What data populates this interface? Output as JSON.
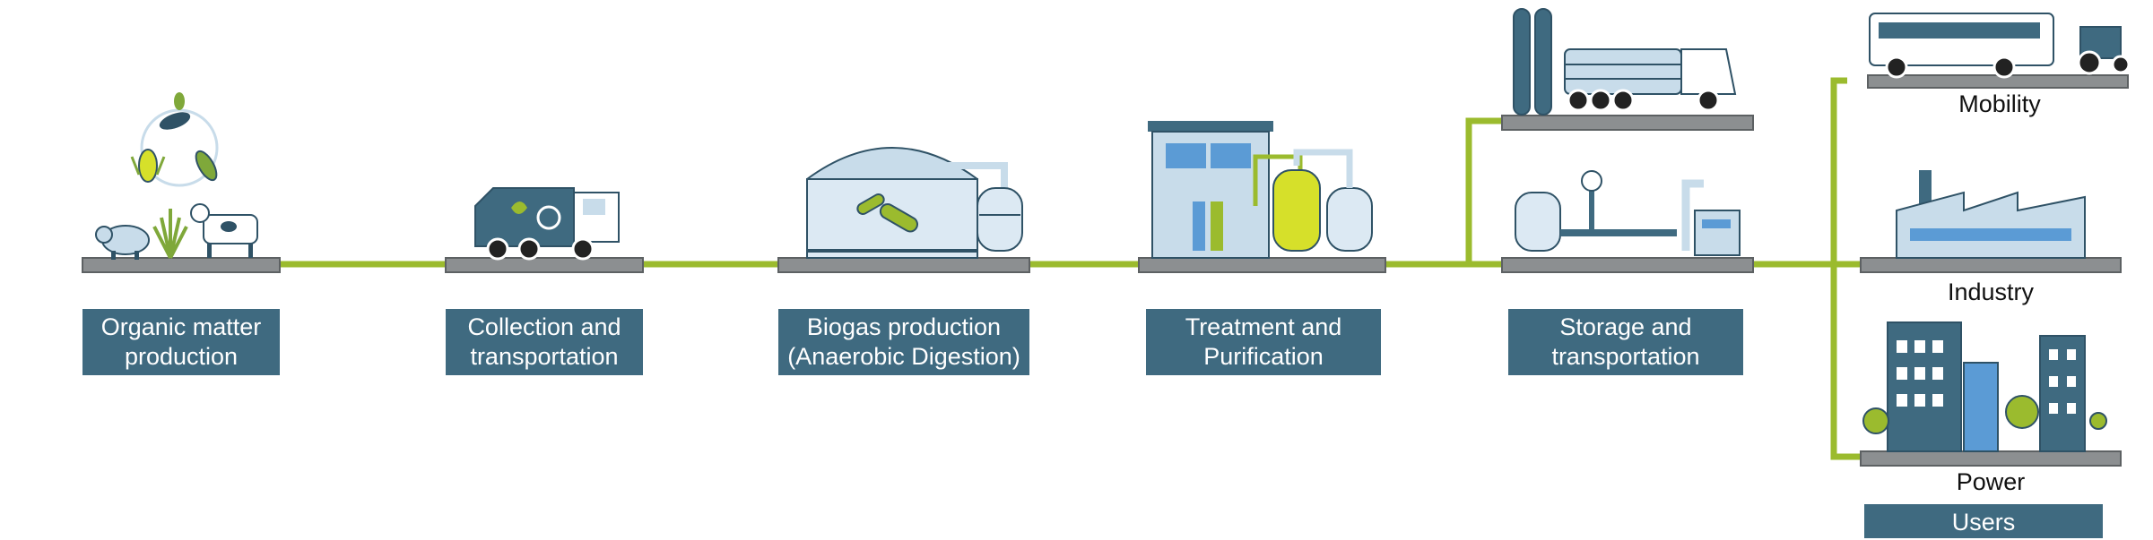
{
  "colors": {
    "pipe": "#9bbb2e",
    "platform": "#8c8f91",
    "label_bg": "#3f6a80",
    "dark_blue": "#2f5266",
    "light_blue": "#c8dcea",
    "accent_green": "#d6e02a"
  },
  "stages": [
    {
      "id": "organic",
      "label": "Organic matter\nproduction",
      "icons": [
        "pig-icon",
        "cow-icon",
        "crop-icon",
        "corn-icon",
        "leaf-cycle-icon"
      ]
    },
    {
      "id": "collection",
      "label": "Collection and\ntransportation",
      "icons": [
        "collection-truck-icon",
        "recycle-icon"
      ]
    },
    {
      "id": "biogas",
      "label": "Biogas production\n(Anaerobic Digestion)",
      "icons": [
        "digester-dome-icon",
        "bacteria-icon",
        "tank-icon"
      ]
    },
    {
      "id": "treatment",
      "label": "Treatment and\nPurification",
      "icons": [
        "purification-plant-icon",
        "scrubber-tank-icon"
      ]
    },
    {
      "id": "storage",
      "label": "Storage and\ntransportation",
      "icons": [
        "gas-cylinders-icon",
        "tube-trailer-icon",
        "storage-tank-icon",
        "pressure-gauge-icon"
      ]
    }
  ],
  "uses": [
    {
      "id": "mobility",
      "label": "Mobility",
      "icons": [
        "bus-icon",
        "tractor-icon"
      ]
    },
    {
      "id": "industry",
      "label": "Industry",
      "icons": [
        "factory-icon"
      ]
    },
    {
      "id": "power",
      "label": "Power",
      "icons": [
        "buildings-icon",
        "tree-icon"
      ]
    }
  ],
  "users_label": "Users"
}
